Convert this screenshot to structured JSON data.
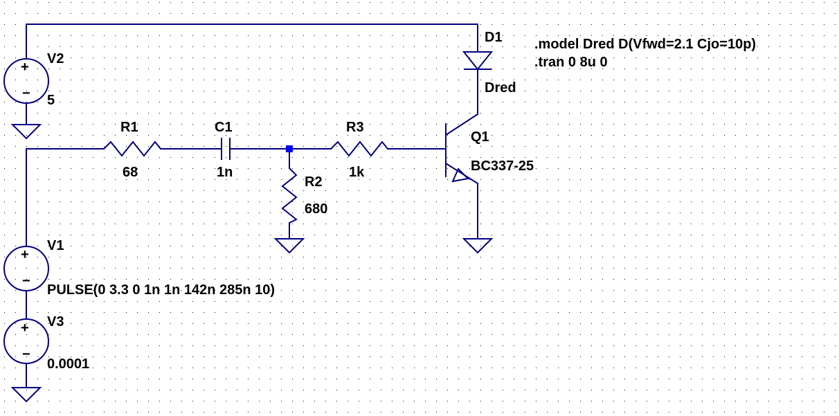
{
  "colors": {
    "background": "#ffffff",
    "wire": "#000080",
    "grid_dot": "#000000",
    "junction": "#0000ff",
    "text": "#000000"
  },
  "components": {
    "V2": {
      "name": "V2",
      "value": "5"
    },
    "V1": {
      "name": "V1",
      "value": "PULSE(0 3.3 0 1n 1n 142n 285n 10)"
    },
    "V3": {
      "name": "V3",
      "value": "0.0001"
    },
    "R1": {
      "name": "R1",
      "value": "68"
    },
    "C1": {
      "name": "C1",
      "value": "1n"
    },
    "R2": {
      "name": "R2",
      "value": "680"
    },
    "R3": {
      "name": "R3",
      "value": "1k"
    },
    "D1": {
      "name": "D1",
      "value": "Dred"
    },
    "Q1": {
      "name": "Q1",
      "value": "BC337-25"
    }
  },
  "directives": {
    "model": ".model Dred D(Vfwd=2.1 Cjo=10p)",
    "tran": ".tran 0 8u 0"
  },
  "symbols": {
    "plus": "+",
    "minus": "−"
  }
}
